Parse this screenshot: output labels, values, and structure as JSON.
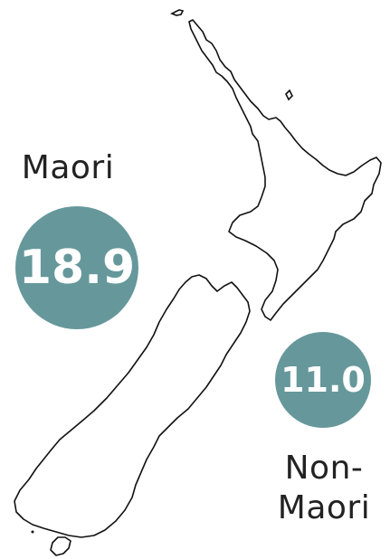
{
  "maori": {
    "label": "Maori",
    "value": "18.9"
  },
  "non_maori": {
    "label_line1": "Non-",
    "label_line2": "Maori",
    "value": "11.0"
  },
  "colors": {
    "bubble": "#66989b",
    "map_outline": "#111111",
    "text": "#222222"
  },
  "icons": {
    "map": "new-zealand-outline"
  }
}
